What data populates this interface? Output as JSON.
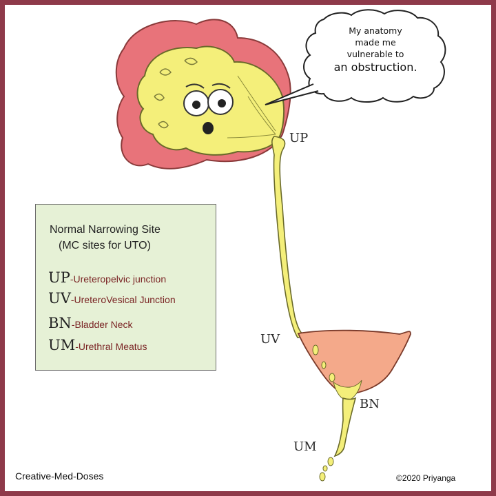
{
  "speech_bubble": {
    "line1": "My anatomy",
    "line2": "made me",
    "line3": "vulnerable to",
    "line4": "an obstruction."
  },
  "diagram_labels": {
    "up": "UP",
    "uv": "UV",
    "bn": "BN",
    "um": "UM"
  },
  "legend": {
    "title": "Normal Narrowing Site",
    "subtitle": "(MC sites for UTO)",
    "items": [
      {
        "abbr": "UP",
        "desc": "-Ureteropelvic junction"
      },
      {
        "abbr": "UV",
        "desc": "-UreteroVesical Junction"
      },
      {
        "abbr": "BN",
        "desc": "-Bladder Neck"
      },
      {
        "abbr": "UM",
        "desc": "-Urethral Meatus"
      }
    ]
  },
  "footer": {
    "brand": "Creative-Med-Doses",
    "copyright": "©2020 Priyanga"
  },
  "colors": {
    "frame": "#8e3a4a",
    "kidney": "#e8737a",
    "pelvis_yellow": "#f4ef7a",
    "bladder": "#f4a98a",
    "legend_bg": "#e6f1d6",
    "legend_desc": "#7a2424"
  }
}
